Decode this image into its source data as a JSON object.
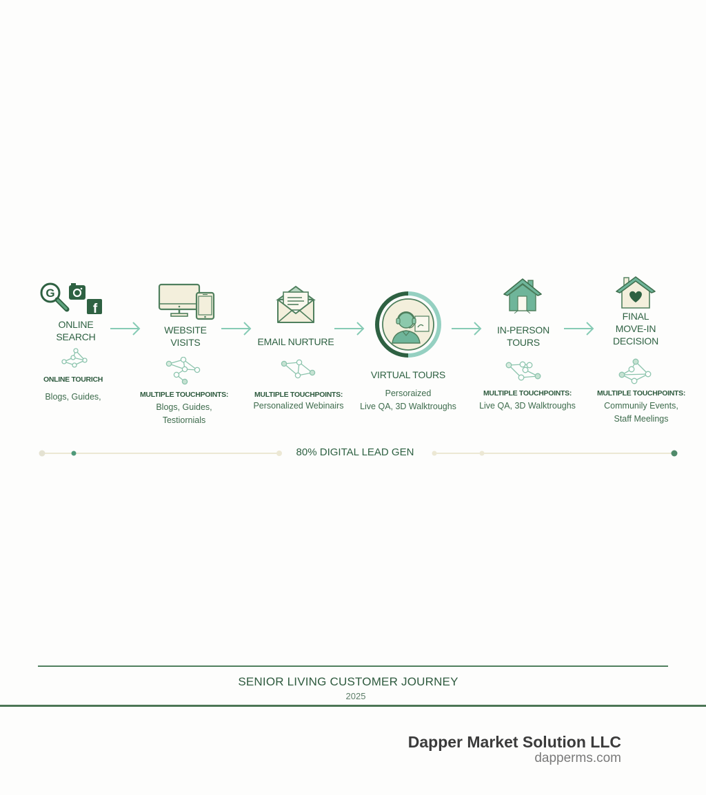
{
  "diagram": {
    "title": "SENIOR LIVING CUSTOMER JOURNEY",
    "year": "2025",
    "lead_gen_label": "80% DIGITAL LEAD GEN",
    "colors": {
      "dark_green": "#2e6142",
      "mint": "#7cc4b0",
      "cream": "#f3efdc",
      "timeline": "#ece8d4"
    },
    "stages": [
      {
        "title": "ONLINE\nSEARCH",
        "icon": "search-social-icon",
        "touchpoint_label": "ONLINE TOURICH",
        "touchpoint_text": "Blogs, Guides,"
      },
      {
        "title": "WEBSITE\nVISITS",
        "icon": "devices-icon",
        "touchpoint_label": "MULTIPLE TOUCHPOINTS:",
        "touchpoint_text": "Blogs, Guides,\nTestiornials"
      },
      {
        "title": "EMAIL NURTURE",
        "icon": "envelope-icon",
        "touchpoint_label": "MULTIPLE TOUCHPOINTS:",
        "touchpoint_text": "Personalized Webinairs"
      },
      {
        "title": "VIRTUAL TOURS",
        "icon": "video-agent-icon",
        "touchpoint_label": "",
        "touchpoint_text": "Persoraized\nLive QA, 3D Walktroughs"
      },
      {
        "title": "IN-PERSON\nTOURS",
        "icon": "house-icon",
        "touchpoint_label": "MULTIPLE TOUCHPOINTS:",
        "touchpoint_text": "Live QA, 3D Walktroughs"
      },
      {
        "title": "FINAL\nMOVE-IN\nDECISION",
        "icon": "house-heart-icon",
        "touchpoint_label": "MULTIPLE TOUCHPOINTS:",
        "touchpoint_text": "Communily Events,\nStaff Meelings"
      }
    ]
  },
  "footer": {
    "company": "Dapper Market Solution LLC",
    "website": "dapperms.com"
  }
}
